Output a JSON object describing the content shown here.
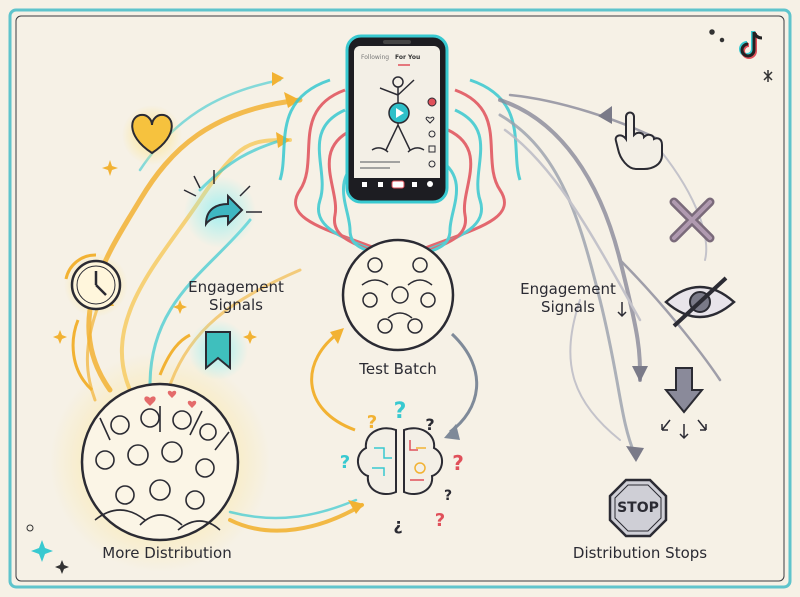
{
  "phone": {
    "tab_following": "Following",
    "tab_for_you": "For You"
  },
  "labels": {
    "engagement_left_line1": "Engagement",
    "engagement_left_line2": "Signals",
    "test_batch": "Test Batch",
    "more_distribution": "More Distribution",
    "engagement_right_line1": "Engagement",
    "engagement_right_line2": "Signals",
    "distribution_stops": "Distribution Stops",
    "stop_sign": "STOP"
  },
  "icons": [
    "tiktok-logo-icon",
    "heart-icon",
    "clock-icon",
    "share-arrow-icon",
    "bookmark-icon",
    "brain-icon",
    "pointer-hand-icon",
    "x-mark-icon",
    "eye-slash-icon",
    "down-arrow-icon",
    "stop-sign-icon",
    "play-icon"
  ],
  "colors": {
    "positive": "#f2b233",
    "teal": "#38c9d0",
    "red": "#e0505a",
    "negative": "#8a8a9a",
    "frame": "#5fc4cc",
    "ink": "#2b2b33"
  }
}
